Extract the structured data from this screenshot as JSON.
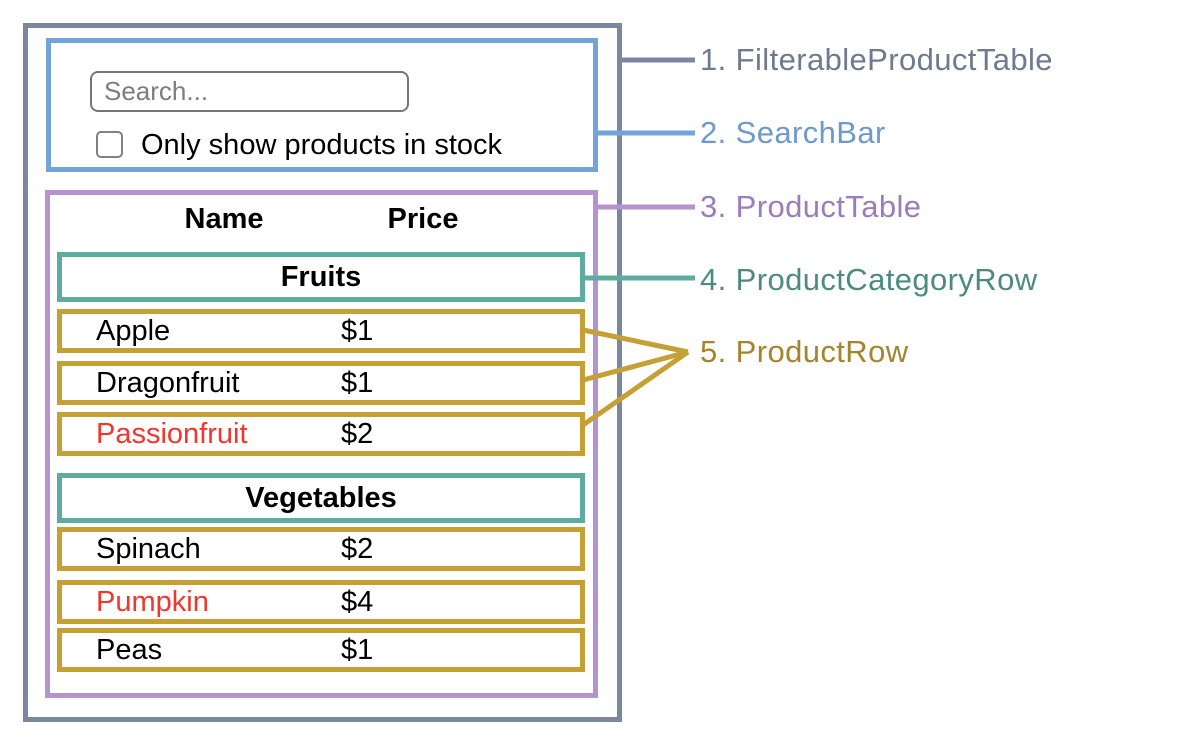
{
  "colors": {
    "filterable_product_table": "#7b87a0",
    "search_bar": "#74a3da",
    "product_table": "#b593cd",
    "product_category_row": "#5dac9f",
    "product_row": "#c5a035",
    "label_filterable_product_table": "#6e7b8e",
    "label_search_bar": "#6d99cb",
    "label_product_table": "#9d7cba",
    "label_product_category_row": "#4b8b80",
    "label_product_row": "#a6832d",
    "out_of_stock_text": "#f3352b"
  },
  "search_bar": {
    "input_placeholder": "Search...",
    "checkbox_checked": false,
    "checkbox_label": "Only show products in stock"
  },
  "table": {
    "columns": [
      "Name",
      "Price"
    ],
    "sections": [
      {
        "category": "Fruits",
        "rows": [
          {
            "name": "Apple",
            "price": "$1",
            "out_of_stock": false
          },
          {
            "name": "Dragonfruit",
            "price": "$1",
            "out_of_stock": false
          },
          {
            "name": "Passionfruit",
            "price": "$2",
            "out_of_stock": true
          }
        ]
      },
      {
        "category": "Vegetables",
        "rows": [
          {
            "name": "Spinach",
            "price": "$2",
            "out_of_stock": false
          },
          {
            "name": "Pumpkin",
            "price": "$4",
            "out_of_stock": true
          },
          {
            "name": "Peas",
            "price": "$1",
            "out_of_stock": false
          }
        ]
      }
    ]
  },
  "legend": [
    {
      "label": "1. FilterableProductTable"
    },
    {
      "label": "2. SearchBar"
    },
    {
      "label": "3. ProductTable"
    },
    {
      "label": "4. ProductCategoryRow"
    },
    {
      "label": "5. ProductRow"
    }
  ]
}
